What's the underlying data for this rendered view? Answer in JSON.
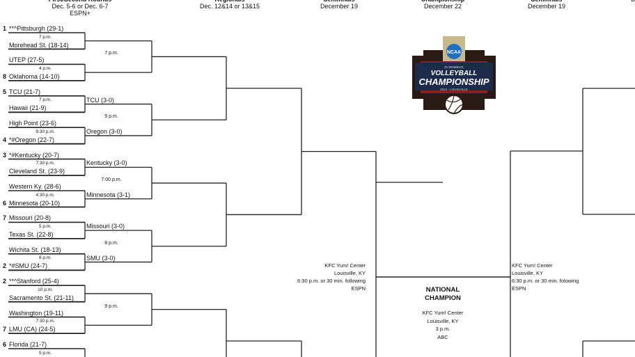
{
  "headers": [
    {
      "title": "First/Second Rounds",
      "dates": "Dec. 5-6 or Dec. 6-7",
      "network": "ESPN+"
    },
    {
      "title": "Regionals",
      "dates": "Dec. 12&14 or 13&15"
    },
    {
      "title": "Semifinals",
      "dates": "December 19"
    },
    {
      "title": "Championship",
      "dates": "December 22"
    },
    {
      "title": "Semifinals",
      "dates": "December 19"
    },
    {
      "title": "",
      "dates": "De"
    }
  ],
  "first_round": [
    {
      "top": {
        "seed": "1",
        "name": "**^Pittsburgh (29-1)"
      },
      "bottom": {
        "seed": "",
        "name": "Morehead St. (18-14)"
      },
      "time": "7 p.m."
    },
    {
      "top": {
        "seed": "",
        "name": "UTEP (27-5)"
      },
      "bottom": {
        "seed": "8",
        "name": "Oklahoma (14-10)"
      },
      "time": "4 p.m."
    },
    {
      "top": {
        "seed": "5",
        "name": "TCU (21-7)"
      },
      "bottom": {
        "seed": "",
        "name": "Hawaii (21-9)"
      },
      "time": "7 p.m."
    },
    {
      "top": {
        "seed": "",
        "name": "High Point (23-6)"
      },
      "bottom": {
        "seed": "4",
        "name": "*#Oregon (22-7)"
      },
      "time": "9:30 p.m."
    },
    {
      "top": {
        "seed": "3",
        "name": "*#Kentucky (20-7)"
      },
      "bottom": {
        "seed": "",
        "name": "Cleveland St. (23-9)"
      },
      "time": "7:30 p.m."
    },
    {
      "top": {
        "seed": "",
        "name": "Western Ky. (28-6)"
      },
      "bottom": {
        "seed": "6",
        "name": "Minnesota (20-10)"
      },
      "time": "4:30 p.m."
    },
    {
      "top": {
        "seed": "7",
        "name": "Missouri (20-8)"
      },
      "bottom": {
        "seed": "",
        "name": "Texas St. (22-8)"
      },
      "time": "5 p.m."
    },
    {
      "top": {
        "seed": "",
        "name": "Wichita St. (18-13)"
      },
      "bottom": {
        "seed": "2",
        "name": "*#SMU (24-7)"
      },
      "time": "8 p.m."
    },
    {
      "top": {
        "seed": "2",
        "name": "**^Stanford (25-4)"
      },
      "bottom": {
        "seed": "",
        "name": "Sacramento St. (21-11)"
      },
      "time": "10 p.m."
    },
    {
      "top": {
        "seed": "",
        "name": "Washington (19-11)"
      },
      "bottom": {
        "seed": "7",
        "name": "LMU (CA) (24-5)"
      },
      "time": "7:30 p.m."
    },
    {
      "top": {
        "seed": "6",
        "name": "Florida (21-7)"
      },
      "bottom": {
        "seed": "",
        "name": ""
      },
      "time": "5 p.m."
    }
  ],
  "second_round": [
    {
      "top": "",
      "bottom": "",
      "time": "7 p.m."
    },
    {
      "top": "TCU (3-0)",
      "bottom": "Oregon (3-0)",
      "time": "9 p.m."
    },
    {
      "top": "Kentucky (3-0)",
      "bottom": "Minnesota (3-1)",
      "time": "7:00 p.m."
    },
    {
      "top": "Missouri (3-0)",
      "bottom": "SMU (3-0)",
      "time": "8 p.m."
    },
    {
      "top": "",
      "bottom": "",
      "time": "9 p.m."
    }
  ],
  "semifinal_left": {
    "venue": "KFC Yum! Center",
    "city": "Louisville, KY",
    "time": "6:30 p.m. or 30 min. following",
    "network": "ESPN"
  },
  "semifinal_right": {
    "venue": "KFC Yum! Center",
    "city": "Louisville, KY",
    "time": "6:30 p.m. or 30 min. folowing",
    "network": "ESPN"
  },
  "championship": {
    "label_line1": "NATIONAL",
    "label_line2": "CHAMPION",
    "venue": "KFC Yum! Center",
    "city": "Louisville, KY",
    "time": "3 p.m.",
    "network": "ABC"
  },
  "logo": {
    "text_top": "NCAA",
    "text_sub": "DI WOMEN'S",
    "text_main1": "VOLLEYBALL",
    "text_main2": "CHAMPIONSHIP",
    "text_bottom": "2024 - LOUISVILLE",
    "colors": {
      "dark": "#2a1a14",
      "navy": "#1c2b4a",
      "red": "#8b1e1e",
      "gold": "#c8b98a",
      "blue": "#1f6fc4"
    }
  },
  "line_color": "#222222"
}
